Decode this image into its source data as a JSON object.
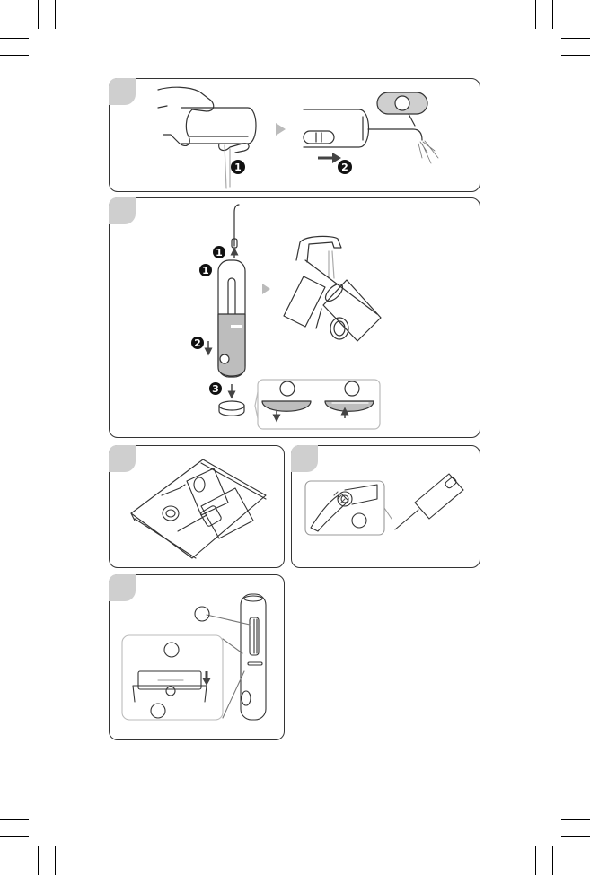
{
  "page": {
    "type": "instruction-manual-illustration-page",
    "text_visible": false
  },
  "panels": [
    {
      "id": "p1",
      "steps": [
        "1",
        "2"
      ],
      "description_icons": [
        "hand-icon",
        "device-icon",
        "nozzle-icon",
        "water-spray-icon",
        "arrow-icon"
      ]
    },
    {
      "id": "p2",
      "steps": [
        "1",
        "1",
        "2",
        "3"
      ],
      "description_icons": [
        "nozzle-icon",
        "device-icon",
        "tank-icon",
        "faucet-icon",
        "cap-icon"
      ]
    },
    {
      "id": "p3",
      "steps": [],
      "description_icons": [
        "pouch-icon",
        "device-icon",
        "nozzle-icon",
        "cap-icon"
      ]
    },
    {
      "id": "p4",
      "steps": [],
      "description_icons": [
        "brush-icon",
        "device-icon",
        "nozzle-icon"
      ]
    },
    {
      "id": "p5",
      "steps": [],
      "description_icons": [
        "device-icon",
        "tank-icon",
        "arrow-icon"
      ]
    }
  ],
  "colors": {
    "outline": "#333333",
    "tab": "#cfcfcf",
    "badge": "#111111",
    "tank": "#bdbdbd",
    "arrow": "#444444",
    "inset_border": "#bbbbbb"
  }
}
